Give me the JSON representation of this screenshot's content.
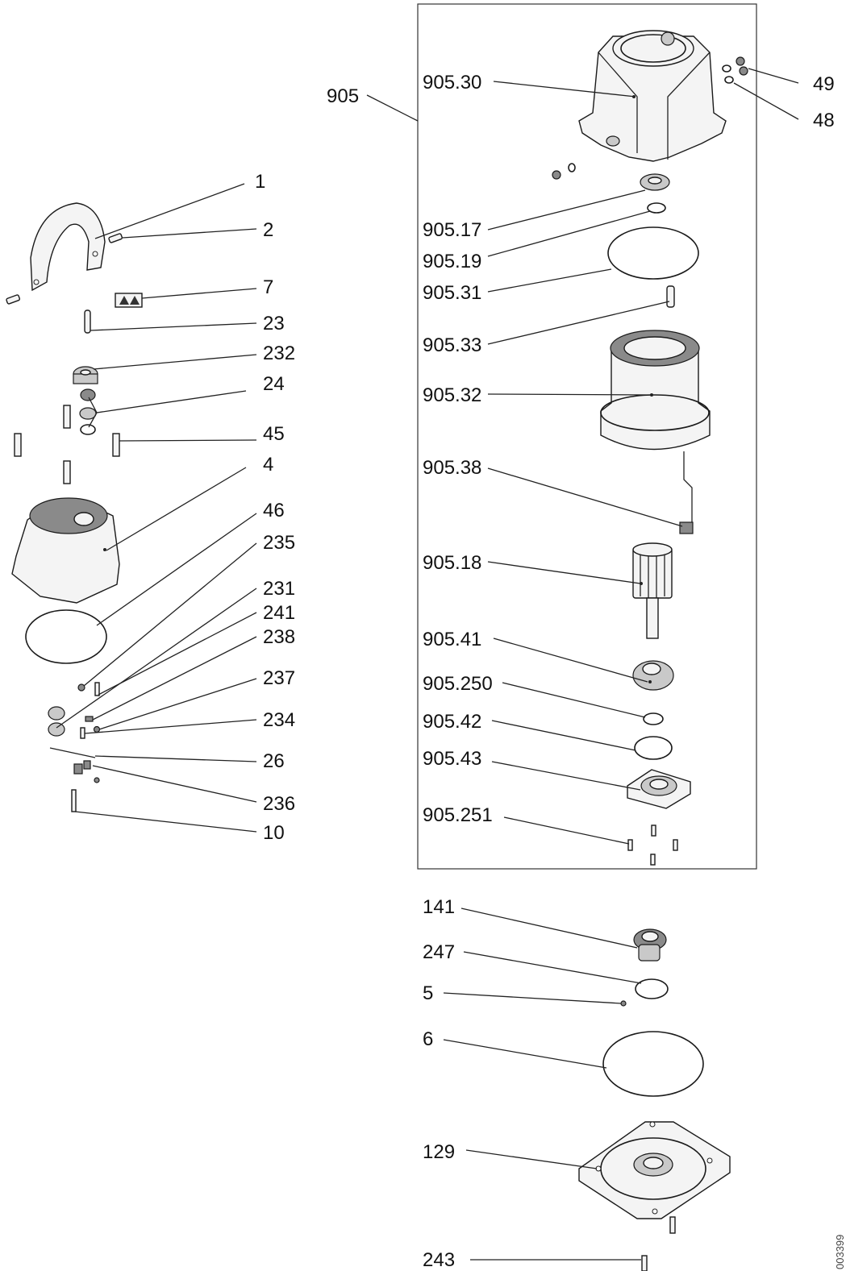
{
  "callouts": {
    "c905": "905",
    "c905_30": "905.30",
    "c49": "49",
    "c48": "48",
    "c1": "1",
    "c2": "2",
    "c7": "7",
    "c23": "23",
    "c232": "232",
    "c24": "24",
    "c45": "45",
    "c4": "4",
    "c46": "46",
    "c235": "235",
    "c231": "231",
    "c241": "241",
    "c238": "238",
    "c237": "237",
    "c234": "234",
    "c26": "26",
    "c236": "236",
    "c10": "10",
    "c905_17": "905.17",
    "c905_19": "905.19",
    "c905_31": "905.31",
    "c905_33": "905.33",
    "c905_32": "905.32",
    "c905_38": "905.38",
    "c905_18": "905.18",
    "c905_41": "905.41",
    "c905_250": "905.250",
    "c905_42": "905.42",
    "c905_43": "905.43",
    "c905_251": "905.251",
    "c141": "141",
    "c247": "247",
    "c5": "5",
    "c6": "6",
    "c129": "129",
    "c243": "243"
  },
  "document_id": "003399"
}
